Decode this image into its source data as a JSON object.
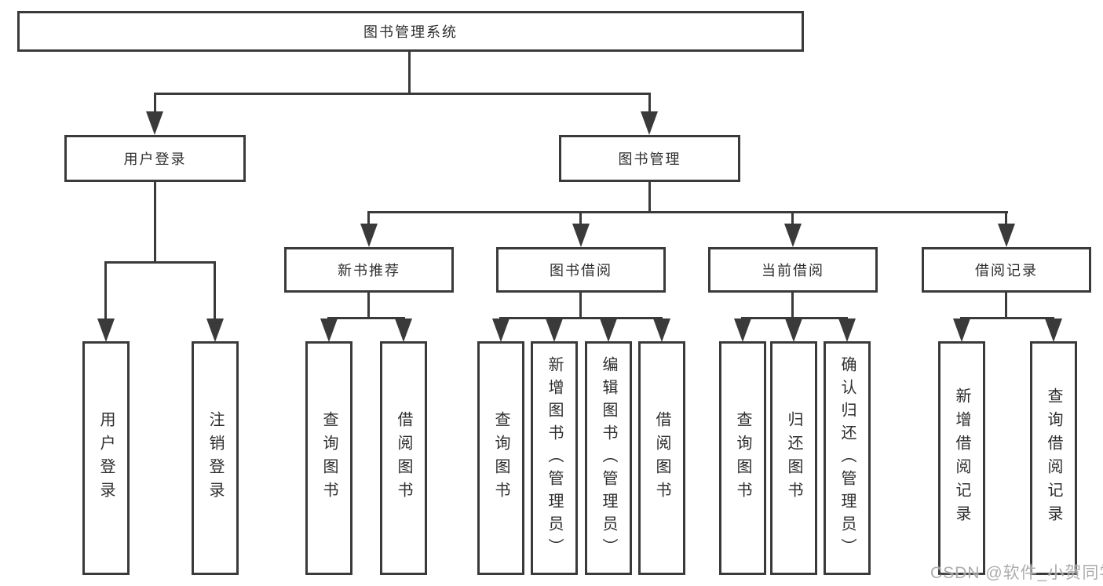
{
  "diagram": {
    "root": "图书管理系统",
    "level2": {
      "user_login": "用户登录",
      "book_mgmt": "图书管理"
    },
    "level3": {
      "new_books": "新书推荐",
      "borrowing": "图书借阅",
      "current": "当前借阅",
      "records": "借阅记录"
    },
    "leaves": {
      "user_login": [
        "用户登录",
        "注销登录"
      ],
      "new_books": [
        "查询图书",
        "借阅图书"
      ],
      "borrowing": [
        "查询图书",
        "新增图书（管理员）",
        "编辑图书（管理员）",
        "借阅图书"
      ],
      "current": [
        "查询图书",
        "归还图书",
        "确认归还（管理员）"
      ],
      "records": [
        "新增借阅记录",
        "查询借阅记录"
      ]
    }
  },
  "watermark": "CSDN @软件_小贺同学",
  "colors": {
    "line": "#3a3a3a",
    "text": "#2e2e2e",
    "watermark": "#9e9e9e",
    "background": "#ffffff"
  }
}
